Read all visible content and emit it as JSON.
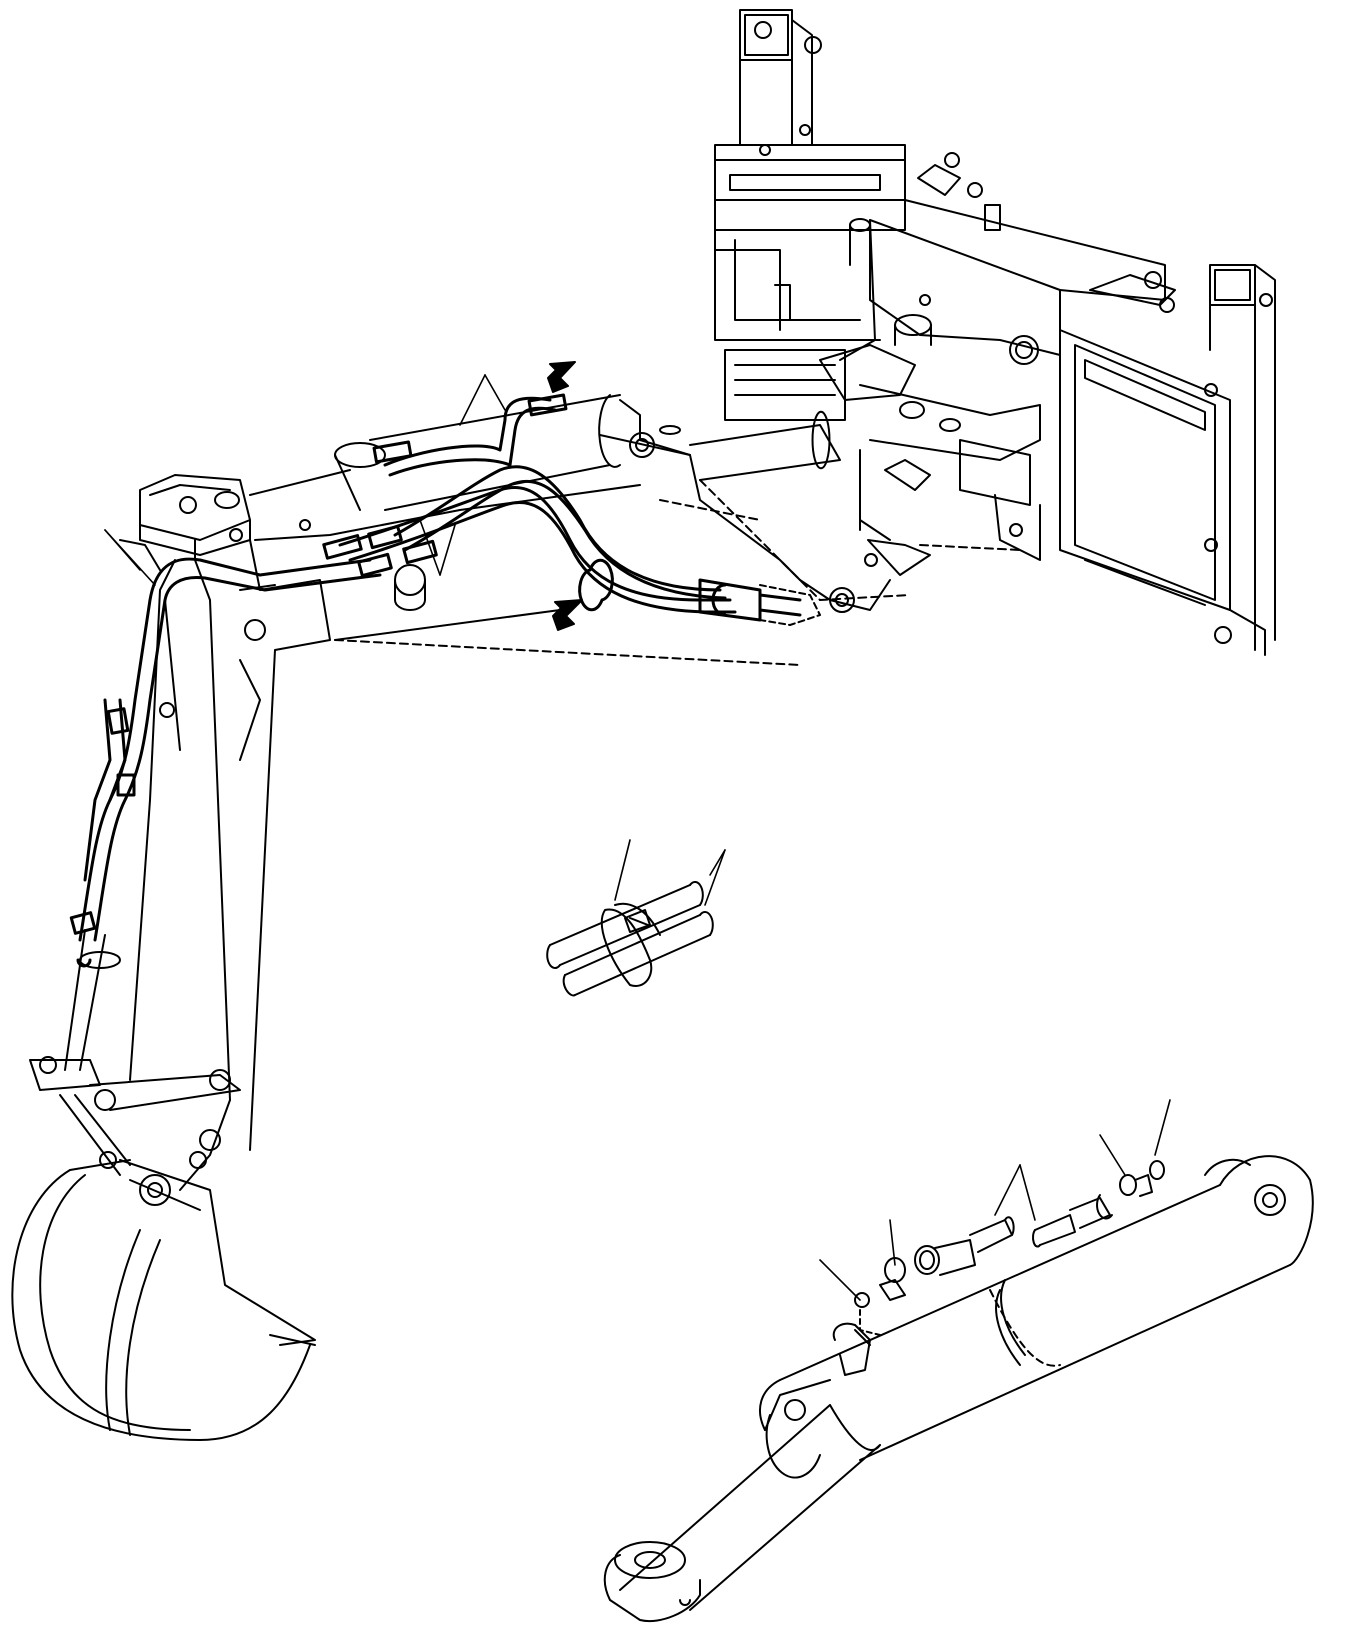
{
  "diagram": {
    "description_visible_text": [],
    "colors": {
      "line": "#000000",
      "background": "#ffffff",
      "arrow": "#000000"
    },
    "parts": [
      {
        "id": "chassis-frame",
        "icon": "frame-icon"
      },
      {
        "id": "boom-arm",
        "icon": "boom-icon"
      },
      {
        "id": "bucket",
        "icon": "bucket-icon"
      },
      {
        "id": "hydraulic-hoses",
        "icon": "hose-icon"
      },
      {
        "id": "hose-clamp-detail",
        "icon": "clamp-icon"
      },
      {
        "id": "hydraulic-cylinder-detail",
        "icon": "cylinder-icon"
      }
    ]
  }
}
